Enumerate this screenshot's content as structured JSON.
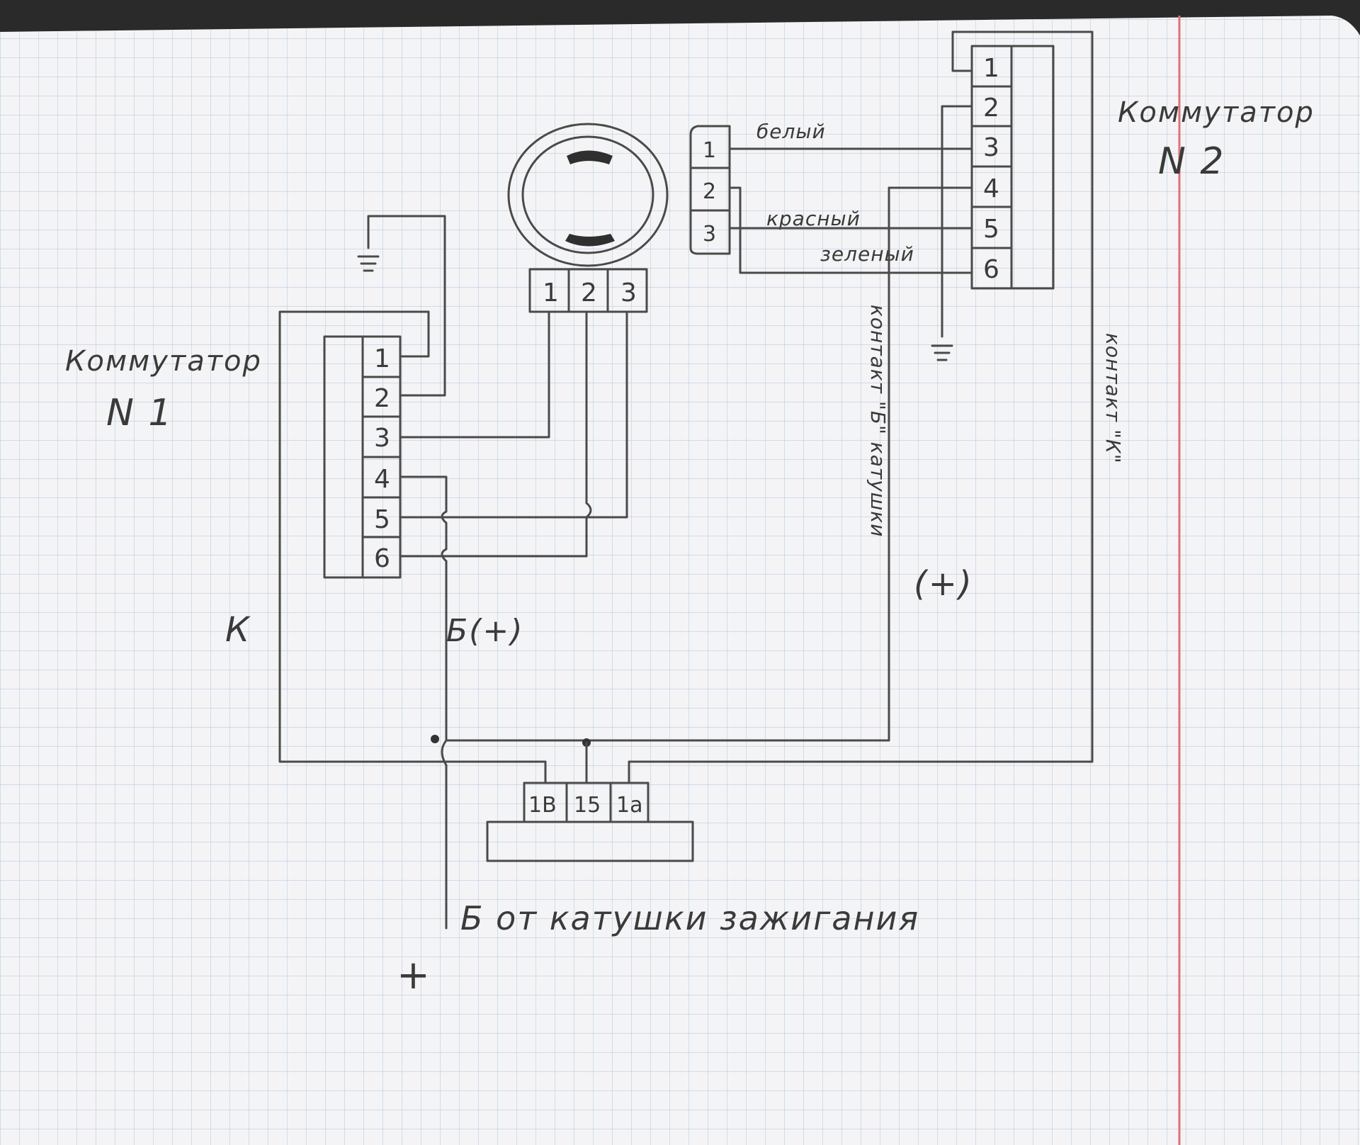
{
  "switch1": {
    "title": "Коммутатор",
    "number": "N 1",
    "pins": [
      "1",
      "2",
      "3",
      "4",
      "5",
      "6"
    ]
  },
  "switch2": {
    "title": "Коммутатор",
    "number": "N 2",
    "pins": [
      "1",
      "2",
      "3",
      "4",
      "5",
      "6"
    ]
  },
  "sensor": {
    "pins": [
      "1",
      "2",
      "3"
    ]
  },
  "connector": {
    "pins": [
      "1",
      "2",
      "3"
    ]
  },
  "coil": {
    "pins": [
      "1В",
      "15",
      "1а"
    ]
  },
  "wires": {
    "white": "белый",
    "red": "красный",
    "green": "зеленый"
  },
  "contacts": {
    "b_coil": "контакт \"Б\" катушки",
    "k_contact": "контакт \"К\""
  },
  "labels": {
    "k": "К",
    "b_plus": "Б(+)",
    "plus_circle": "(+)",
    "from_coil": "Б от катушки зажигания",
    "plus": "+"
  }
}
